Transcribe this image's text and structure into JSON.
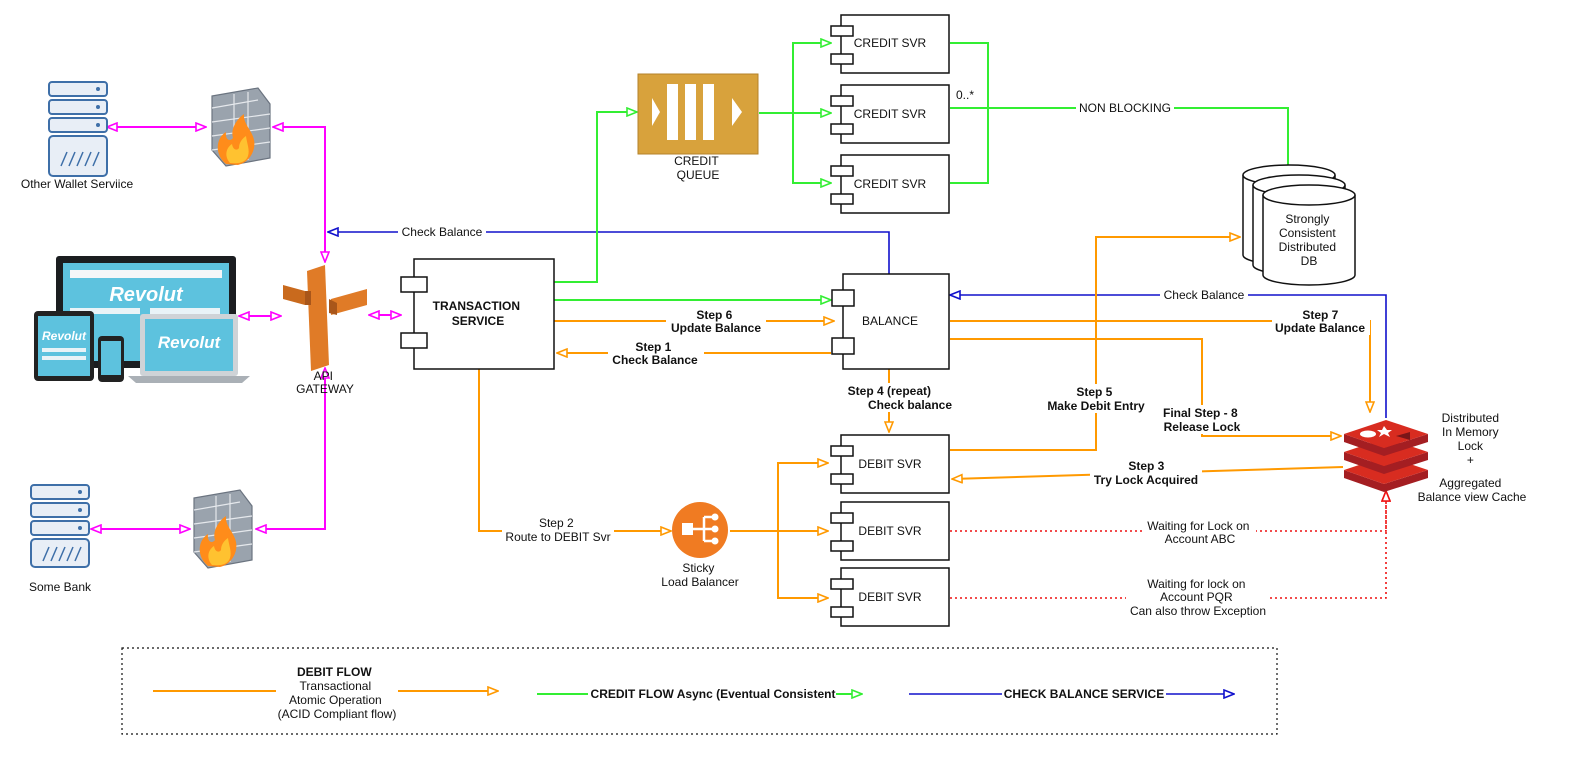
{
  "nodes": {
    "other_wallet": "Other Wallet Serviice",
    "some_bank": "Some Bank",
    "api_gateway": [
      "API",
      "GATEWAY"
    ],
    "transaction_service": [
      "TRANSACTION",
      "SERVICE"
    ],
    "credit_queue": [
      "CREDIT",
      "QUEUE"
    ],
    "credit_svr": [
      "CREDIT SVR",
      "CREDIT SVR",
      "CREDIT SVR"
    ],
    "multiplicity": "0..*",
    "balance": "BALANCE",
    "db": [
      "Strongly",
      "Consistent",
      "Distributed",
      "DB"
    ],
    "debit_svr": [
      "DEBIT SVR",
      "DEBIT SVR",
      "DEBIT SVR"
    ],
    "load_balancer": [
      "Sticky",
      "Load Balancer"
    ],
    "cache": [
      "Distributed",
      "In Memory",
      "Lock",
      "+",
      "Aggregated",
      "Balance view Cache"
    ],
    "revolut_logo": "Revolut"
  },
  "edges": {
    "check_balance_gw": "Check Balance",
    "check_balance_cache": "Check Balance",
    "non_blocking": "NON BLOCKING",
    "step6": [
      "Step 6",
      "Update Balance"
    ],
    "step1": [
      "Step 1",
      "Check Balance"
    ],
    "step4": [
      "Step 4 (repeat)",
      "Check balance"
    ],
    "step5": [
      "Step 5",
      "Make Debit Entry"
    ],
    "step7": [
      "Step 7",
      "Update Balance"
    ],
    "step8": [
      "Final Step - 8",
      "Release Lock"
    ],
    "step3": [
      "Step 3",
      "Try Lock Acquired"
    ],
    "step2": [
      "Step 2",
      "Route to DEBIT Svr"
    ],
    "wait_abc": [
      "Waiting for Lock on",
      "Account ABC"
    ],
    "wait_pqr": [
      "Waiting for lock on",
      "Account PQR",
      "Can also throw Exception"
    ]
  },
  "legend": {
    "debit": [
      "DEBIT FLOW",
      "Transactional",
      "Atomic Operation",
      "(ACID Compliant flow)"
    ],
    "credit": "CREDIT FLOW Async (Eventual Consistent",
    "check": "CHECK BALANCE SERVICE"
  },
  "colors": {
    "debit": "#ff9900",
    "credit": "#33ee33",
    "check": "#1111cc",
    "external": "#ff00ff",
    "waiting": "#ee1111",
    "queue": "#d8a23c",
    "gateway": "#e07b27",
    "lb": "#f07b22",
    "cache": "#c8282a",
    "server_icon": "#3e6fa8"
  },
  "icons": [
    "server-icon",
    "firewall-icon",
    "devices-icon",
    "api-gateway-icon",
    "queue-icon",
    "component-icon",
    "database-icon",
    "load-balancer-icon",
    "redis-icon"
  ]
}
